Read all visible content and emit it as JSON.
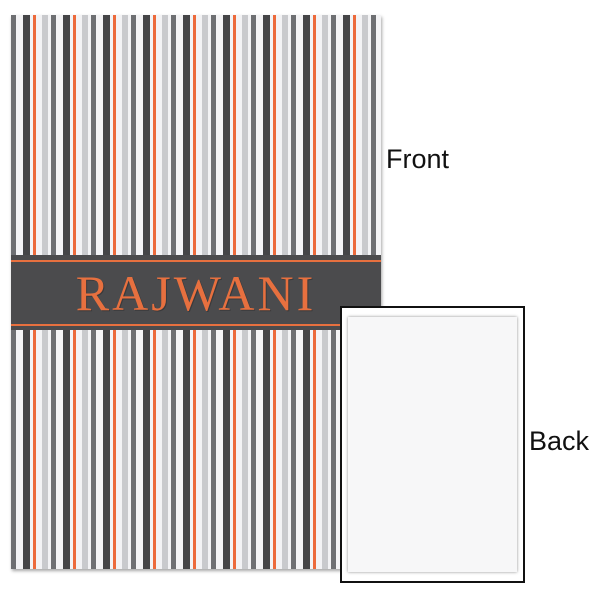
{
  "front": {
    "label": "Front",
    "pattern": {
      "type": "vertical-stripes",
      "colors": {
        "dark_gray": "#454547",
        "mid_gray": "#6e6f72",
        "light_gray": "#c9cacd",
        "white": "#f3f3f5",
        "orange": "#ec6a3c"
      }
    },
    "banner": {
      "text": "RAJWANI",
      "background": "#4b4b4d",
      "text_color": "#e7703f"
    }
  },
  "back": {
    "label": "Back",
    "fill": "#f7f7f8"
  }
}
